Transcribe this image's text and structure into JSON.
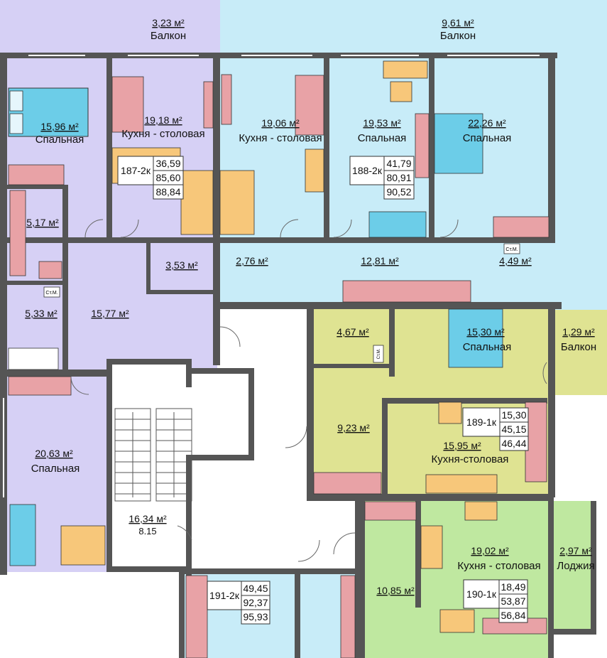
{
  "rooms": {
    "balcony_left": {
      "area": "3,23 м²",
      "name": "Балкон"
    },
    "balcony_right": {
      "area": "9,61 м²",
      "name": "Балкон"
    },
    "bedroom_15_96": {
      "area": "15,96 м²",
      "name": "Спальная"
    },
    "kitchen_19_18": {
      "area": "19,18 м²",
      "name": "Кухня - столовая"
    },
    "kitchen_19_06": {
      "area": "19,06 м²",
      "name": "Кухня - столовая"
    },
    "bedroom_19_53": {
      "area": "19,53 м²",
      "name": "Спальная"
    },
    "bedroom_22_26": {
      "area": "22,26 м²",
      "name": "Спальная"
    },
    "room_5_17": {
      "area": "5,17 м²"
    },
    "bath_3_53": {
      "area": "3,53 м²"
    },
    "bath_2_76": {
      "area": "2,76 м²"
    },
    "hall_12_81": {
      "area": "12,81 м²"
    },
    "bath_4_49": {
      "area": "4,49 м²"
    },
    "bath_5_33": {
      "area": "5,33 м²"
    },
    "hall_15_77": {
      "area": "15,77 м²"
    },
    "bath_4_67": {
      "area": "4,67 м²"
    },
    "bedroom_15_30": {
      "area": "15,30 м²",
      "name": "Спальная"
    },
    "balcony_1_29": {
      "area": "1,29 м²",
      "name": "Балкон"
    },
    "hall_9_23": {
      "area": "9,23 м²"
    },
    "kitchen_15_95": {
      "area": "15,95 м²",
      "name": "Кухня-столовая"
    },
    "bedroom_20_63": {
      "area": "20,63 м²",
      "name": "Спальная"
    },
    "stair": {
      "area": "16,34 м²",
      "code": "8.15"
    },
    "kitchen_19_02": {
      "area": "19,02 м²",
      "name": "Кухня - столовая"
    },
    "loggia_2_97": {
      "area": "2,97 м²",
      "name": "Лоджия"
    },
    "hall_10_85": {
      "area": "10,85 м²"
    }
  },
  "apartments": [
    {
      "id": "187-2к",
      "v1": "36,59",
      "v2": "85,60",
      "v3": "88,84"
    },
    {
      "id": "188-2к",
      "v1": "41,79",
      "v2": "80,91",
      "v3": "90,52"
    },
    {
      "id": "189-1к",
      "v1": "15,30",
      "v2": "45,15",
      "v3": "46,44"
    },
    {
      "id": "191-2к",
      "v1": "49,45",
      "v2": "92,37",
      "v3": "95,93"
    },
    {
      "id": "190-1к",
      "v1": "18,49",
      "v2": "53,87",
      "v3": "56,84"
    }
  ],
  "labels": {
    "shaft": "Ст.М."
  },
  "colors": {
    "lavender": "#d6d0f5",
    "light_blue": "#c8ecf8",
    "yellow_green": "#dfe392",
    "green": "#bfe8a0",
    "wall": "#555555",
    "furniture_pink": "#e8a2a6",
    "furniture_orange": "#f7c77a",
    "furniture_cyan": "#6ccde8"
  }
}
